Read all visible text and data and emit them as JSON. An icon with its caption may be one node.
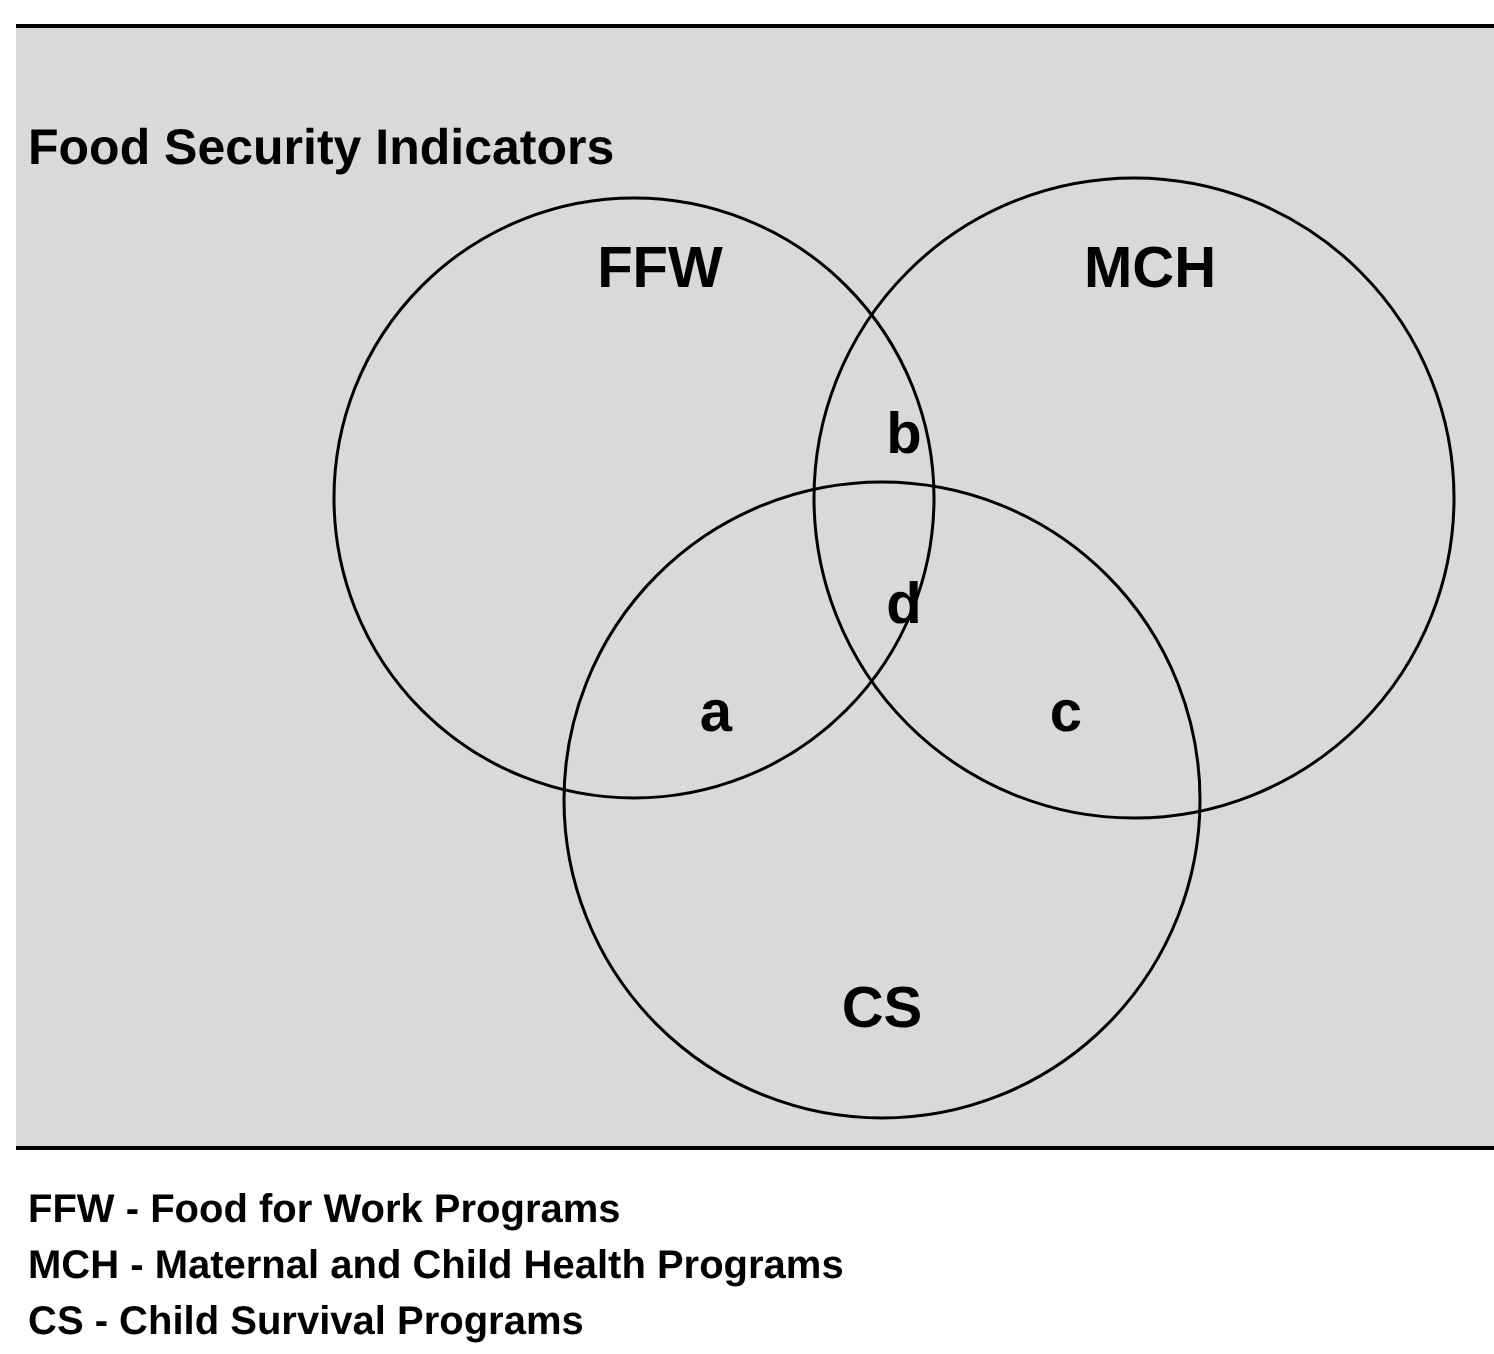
{
  "diagram": {
    "title": "Food Security Indicators",
    "nodes": [
      {
        "text": [
          "FFW"
        ]
      },
      {
        "text": [
          "MCH"
        ]
      },
      {
        "text": [
          "CS"
        ]
      }
    ],
    "labels": [
      "b",
      "d",
      "a",
      "c",
      "FFW - Food for Work Programs",
      "MCH - Maternal and Child Health Programs",
      "CS - Child Survival Programs"
    ]
  }
}
